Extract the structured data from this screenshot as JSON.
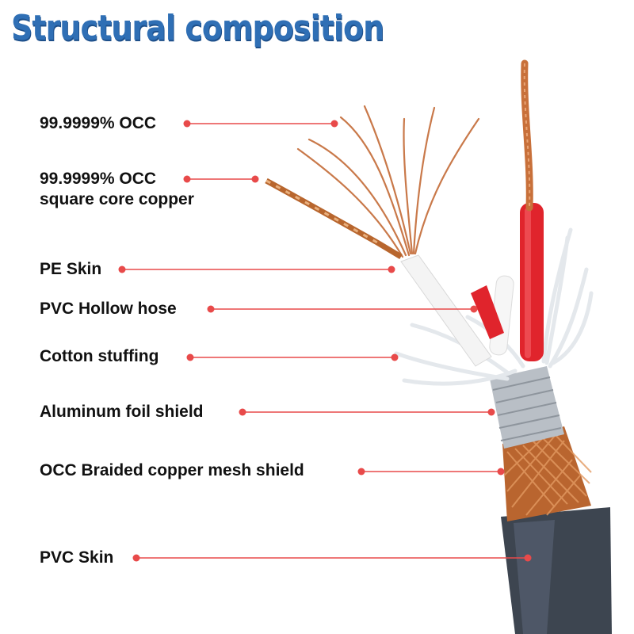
{
  "title": "Structural composition",
  "callouts": [
    {
      "id": "occ",
      "lines": [
        "99.9999% OCC"
      ]
    },
    {
      "id": "square-copper",
      "lines": [
        "99.9999% OCC",
        "square core copper"
      ]
    },
    {
      "id": "pe-skin",
      "lines": [
        "PE Skin"
      ]
    },
    {
      "id": "pvc-hose",
      "lines": [
        "PVC Hollow hose"
      ]
    },
    {
      "id": "cotton",
      "lines": [
        "Cotton stuffing"
      ]
    },
    {
      "id": "foil",
      "lines": [
        "Aluminum foil shield"
      ]
    },
    {
      "id": "braid",
      "lines": [
        "OCC Braided copper mesh shield"
      ]
    },
    {
      "id": "pvc-skin",
      "lines": [
        "PVC Skin"
      ]
    }
  ],
  "colors": {
    "title": "#2f6fb5",
    "leader": "#e84a4a",
    "copper": "#c8703a",
    "red_insulation": "#e0242c",
    "cotton": "#f2f4f6",
    "foil": "#b9bfc6",
    "jacket": "#3d4550"
  }
}
